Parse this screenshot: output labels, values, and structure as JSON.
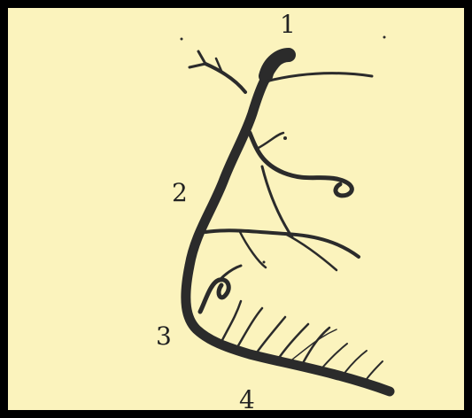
{
  "figure": {
    "background": "#fbf3bd",
    "border_color": "#000000",
    "ink_color": "#2b2b2b",
    "labels": [
      "1",
      "2",
      "3",
      "4"
    ]
  }
}
